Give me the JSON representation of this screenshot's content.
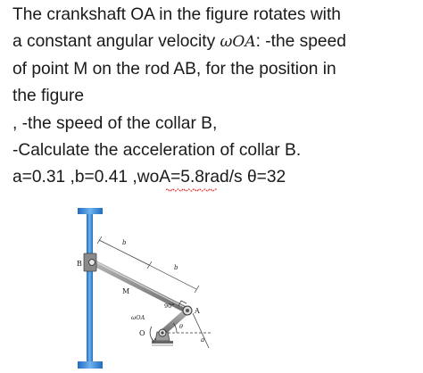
{
  "problem": {
    "line1": "The crankshaft OA in the figure rotates with",
    "line2_prefix": "a constant angular velocity ",
    "line2_omega": "ωOA",
    "line2_suffix": ": -the speed",
    "line3": "of point M on the rod AB, for the position in",
    "line4": "the figure",
    "line5": ", -the speed of the collar B,",
    "line6": "-Calculate the acceleration of collar B.",
    "line7": "a=0.31 ,b=0.41 ,woA=5.8rad/s θ=32"
  },
  "figure": {
    "label_B": "B",
    "label_b_top": "b",
    "label_b_mid": "b",
    "label_M": "M",
    "label_90": "90°",
    "label_A": "A",
    "label_omega": "ωOA",
    "label_theta": "θ",
    "label_O": "O",
    "label_a": "a"
  },
  "colors": {
    "rod": "#2f7fd1",
    "rod_light": "#6fb2ee",
    "arm": "#8c8c8c",
    "text": "#1a1a1a",
    "spellcheck": "#e03030"
  }
}
